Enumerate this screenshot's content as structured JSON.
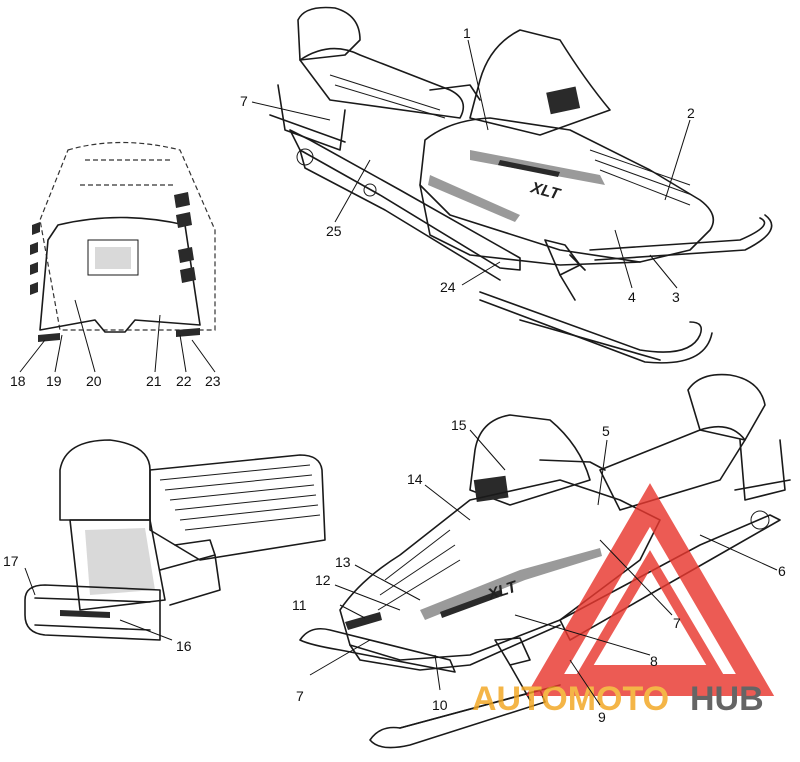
{
  "callouts": [
    {
      "id": "c1",
      "label": "1"
    },
    {
      "id": "c2",
      "label": "2"
    },
    {
      "id": "c3",
      "label": "3"
    },
    {
      "id": "c4",
      "label": "4"
    },
    {
      "id": "c5",
      "label": "5"
    },
    {
      "id": "c6",
      "label": "6"
    },
    {
      "id": "c7a",
      "label": "7"
    },
    {
      "id": "c7b",
      "label": "7"
    },
    {
      "id": "c7c",
      "label": "7"
    },
    {
      "id": "c8",
      "label": "8"
    },
    {
      "id": "c9",
      "label": "9"
    },
    {
      "id": "c10",
      "label": "10"
    },
    {
      "id": "c11",
      "label": "11"
    },
    {
      "id": "c12",
      "label": "12"
    },
    {
      "id": "c13",
      "label": "13"
    },
    {
      "id": "c14",
      "label": "14"
    },
    {
      "id": "c15",
      "label": "15"
    },
    {
      "id": "c16",
      "label": "16"
    },
    {
      "id": "c17",
      "label": "17"
    },
    {
      "id": "c18",
      "label": "18"
    },
    {
      "id": "c19",
      "label": "19"
    },
    {
      "id": "c20",
      "label": "20"
    },
    {
      "id": "c21",
      "label": "21"
    },
    {
      "id": "c22",
      "label": "22"
    },
    {
      "id": "c23",
      "label": "23"
    },
    {
      "id": "c24",
      "label": "24"
    },
    {
      "id": "c25",
      "label": "25"
    }
  ],
  "watermark": {
    "part1": "AUTOMOTO",
    "part2": "HUB",
    "color_primary": "#e8382f",
    "color_secondary": "#f2a61f",
    "color_dark": "#444444"
  },
  "icons": [
    "warning-triangle-logo"
  ]
}
